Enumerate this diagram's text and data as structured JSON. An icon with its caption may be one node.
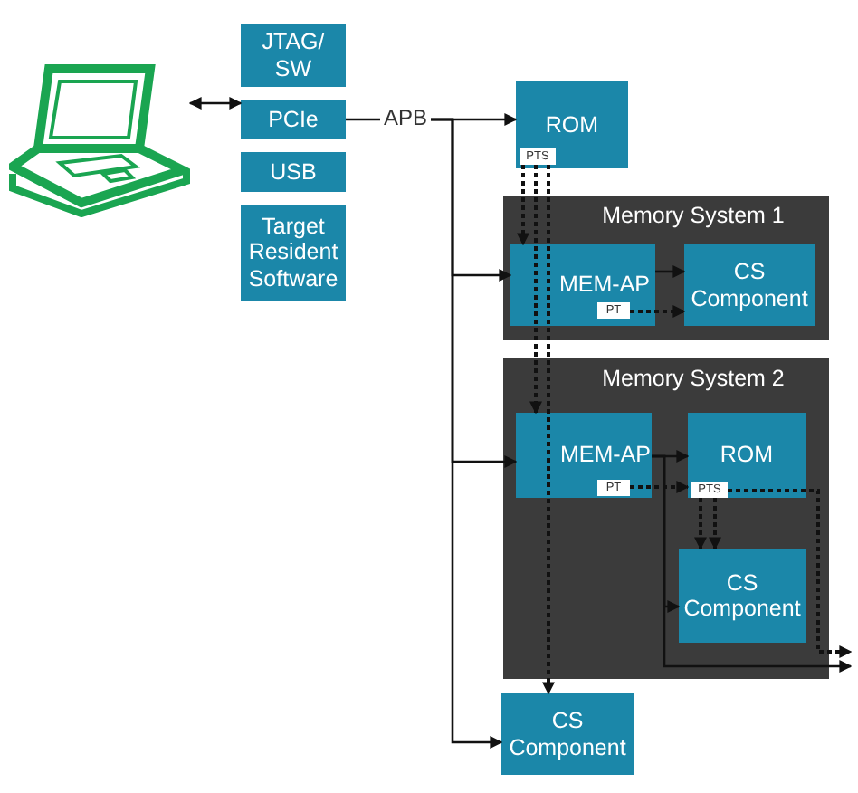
{
  "diagram": {
    "nodes": [
      {
        "text": [],
        "shape": "picture"
      },
      {
        "text": [
          "JTAG/ SW"
        ]
      },
      {
        "text": [
          "PCIe"
        ]
      },
      {
        "text": [
          "USB"
        ]
      },
      {
        "text": [
          "Target Resident Software"
        ]
      },
      {
        "text": [
          "APB"
        ]
      },
      {
        "text": [
          "ROM"
        ]
      },
      {
        "text": [
          "PTS"
        ],
        "in": 6
      },
      {
        "text": [
          "Memory System 1"
        ]
      },
      {
        "text": [
          "MEM-AP"
        ],
        "in": 8
      },
      {
        "text": [
          "PT"
        ],
        "in": 9
      },
      {
        "text": [
          "CS Component"
        ],
        "in": 8
      },
      {
        "text": [
          "Memory System 2"
        ]
      },
      {
        "text": [
          "MEM-AP"
        ],
        "in": 12
      },
      {
        "text": [
          "PT"
        ],
        "in": 13
      },
      {
        "text": [
          "ROM"
        ],
        "in": 12
      },
      {
        "text": [
          "PTS"
        ],
        "in": 15
      },
      {
        "text": [
          "CS Component"
        ],
        "in": 12
      },
      {
        "text": [
          "CS Component"
        ]
      }
    ],
    "edges": [
      {
        "from": 0,
        "to": 2,
        "arrow": "both"
      },
      {
        "from": 2,
        "to": 5,
        "arrow": "none"
      },
      {
        "from": 5,
        "to": 6,
        "arrow": "to"
      },
      {
        "from": 5,
        "to": 9,
        "arrow": "to"
      },
      {
        "from": 5,
        "to": 13,
        "arrow": "to"
      },
      {
        "from": 5,
        "to": 18,
        "arrow": "to"
      },
      {
        "from": 7,
        "to": 9,
        "arrow": "to",
        "style": "dashed"
      },
      {
        "from": 7,
        "to": 13,
        "arrow": "to",
        "style": "dashed"
      },
      {
        "from": 7,
        "to": 18,
        "arrow": "to",
        "style": "dashed"
      },
      {
        "from": 9,
        "to": 11,
        "arrow": "to"
      },
      {
        "from": 10,
        "to": 11,
        "arrow": "to",
        "style": "dashed"
      },
      {
        "from": 13,
        "to": 15,
        "arrow": "to"
      },
      {
        "from": 13,
        "to": 17,
        "arrow": "to"
      },
      {
        "from": 13,
        "to": null,
        "arrow": "to"
      },
      {
        "from": 14,
        "to": 15,
        "arrow": "to",
        "style": "dashed"
      },
      {
        "from": 16,
        "to": 17,
        "arrow": "to",
        "style": "dashed"
      },
      {
        "from": 16,
        "to": 17,
        "arrow": "to",
        "style": "dashed"
      },
      {
        "from": 16,
        "to": null,
        "arrow": "to",
        "style": "dashed"
      }
    ]
  }
}
